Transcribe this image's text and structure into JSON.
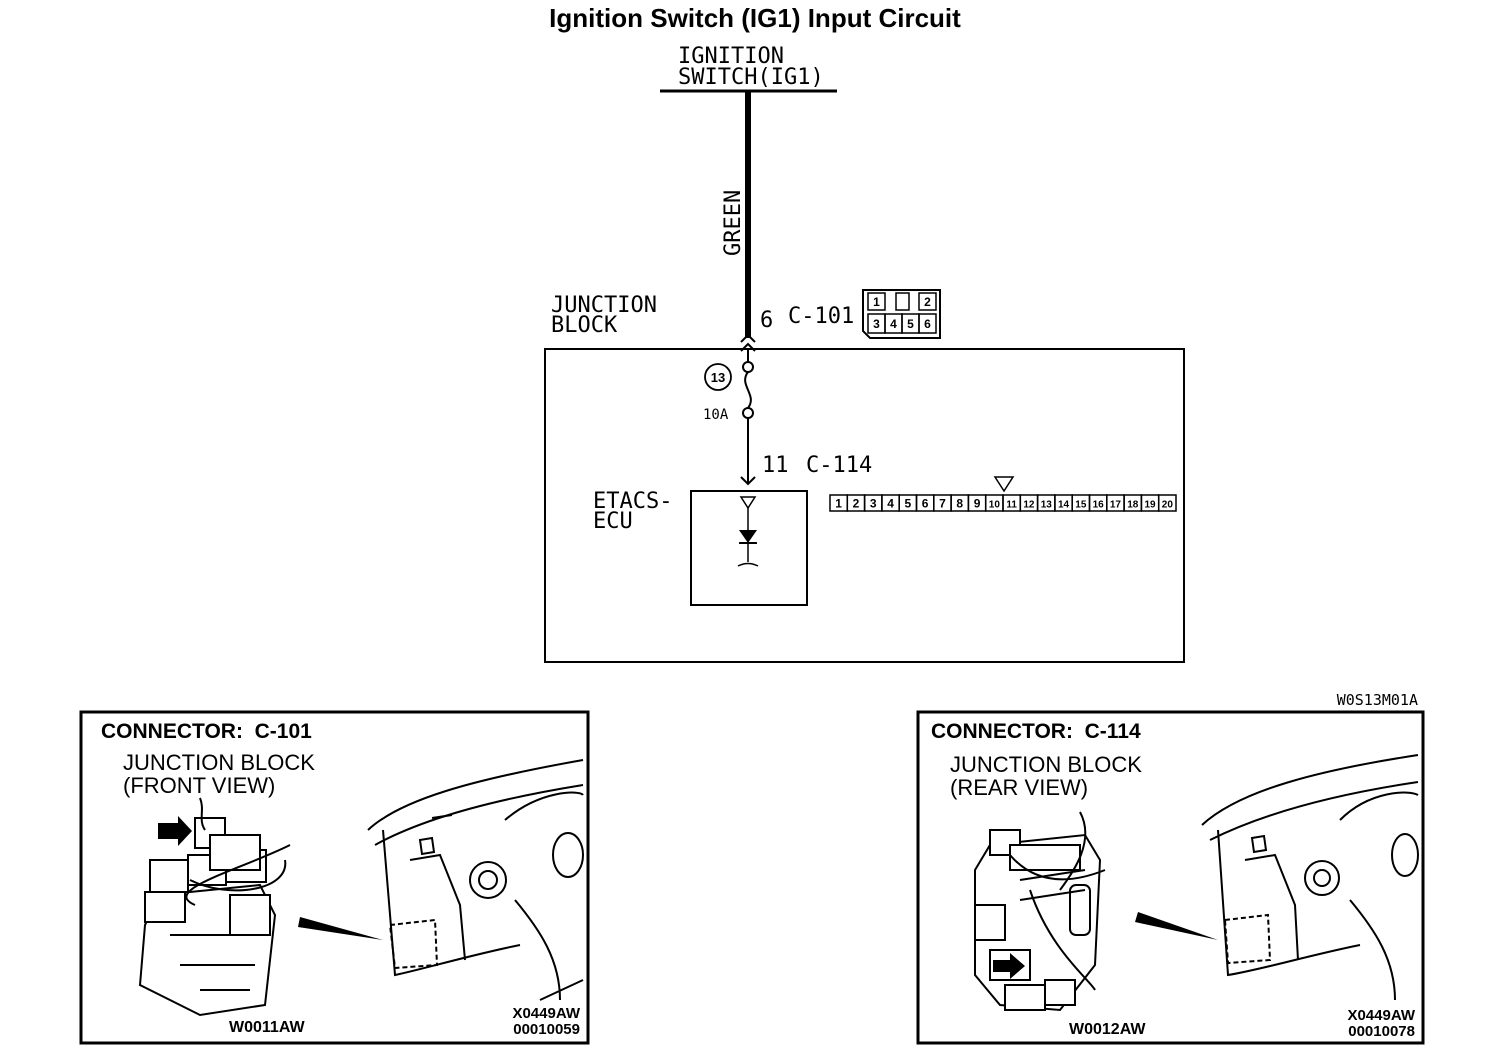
{
  "title": "Ignition Switch (IG1) Input Circuit",
  "ignition_switch": {
    "line1": "IGNITION",
    "line2": "SWITCH(IG1)"
  },
  "wire_color": "GREEN",
  "junction_block": {
    "line1": "JUNCTION",
    "line2": "BLOCK"
  },
  "c101": {
    "pin": "6",
    "id": "C-101",
    "pins": [
      "1",
      "2",
      "3",
      "4",
      "5",
      "6"
    ]
  },
  "fuse": {
    "number": "13",
    "rating": "10A"
  },
  "c114": {
    "pin": "11",
    "id": "C-114",
    "pins": [
      "1",
      "2",
      "3",
      "4",
      "5",
      "6",
      "7",
      "8",
      "9",
      "10",
      "11",
      "12",
      "13",
      "14",
      "15",
      "16",
      "17",
      "18",
      "19",
      "20"
    ]
  },
  "ecu": {
    "line1": "ETACS-",
    "line2": "ECU"
  },
  "figure_code": "W0S13M01A",
  "panel_left": {
    "heading": "CONNECTOR:  C-101",
    "line1": "JUNCTION BLOCK",
    "line2": "(FRONT VIEW)",
    "code_bottom": "W0011AW",
    "code_right1": "X0449AW",
    "code_right2": "00010059"
  },
  "panel_right": {
    "heading": "CONNECTOR:  C-114",
    "line1": "JUNCTION BLOCK",
    "line2": "(REAR VIEW)",
    "code_bottom": "W0012AW",
    "code_right1": "X0449AW",
    "code_right2": "00010078"
  }
}
